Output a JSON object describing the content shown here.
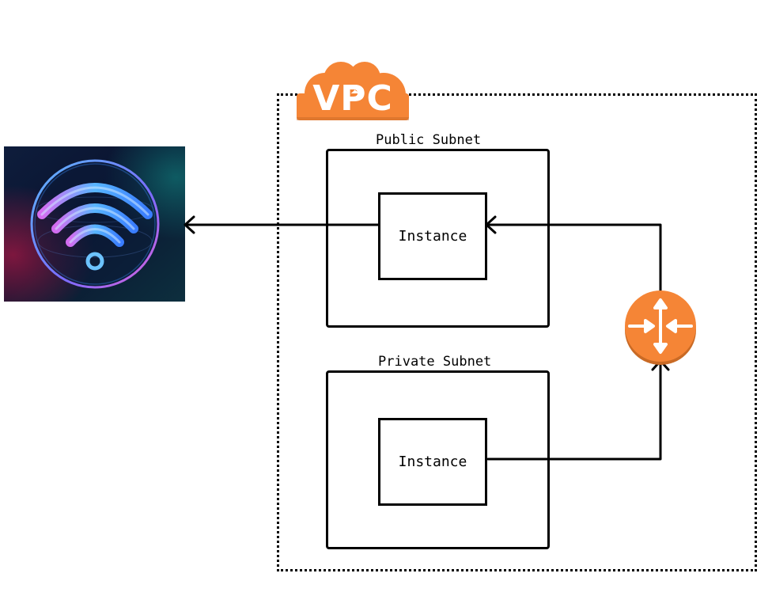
{
  "vpc": {
    "label": "VPC",
    "accent_color": "#F58536"
  },
  "public_subnet": {
    "label": "Public Subnet",
    "instance_label": "Instance"
  },
  "private_subnet": {
    "label": "Private Subnet",
    "instance_label": "Instance"
  },
  "internet": {
    "icon": "wifi-globe-icon",
    "colors": [
      "#0b1b3a",
      "#3aa6ff",
      "#c04bd6"
    ]
  },
  "router": {
    "icon": "router-icon",
    "color": "#F58536"
  }
}
